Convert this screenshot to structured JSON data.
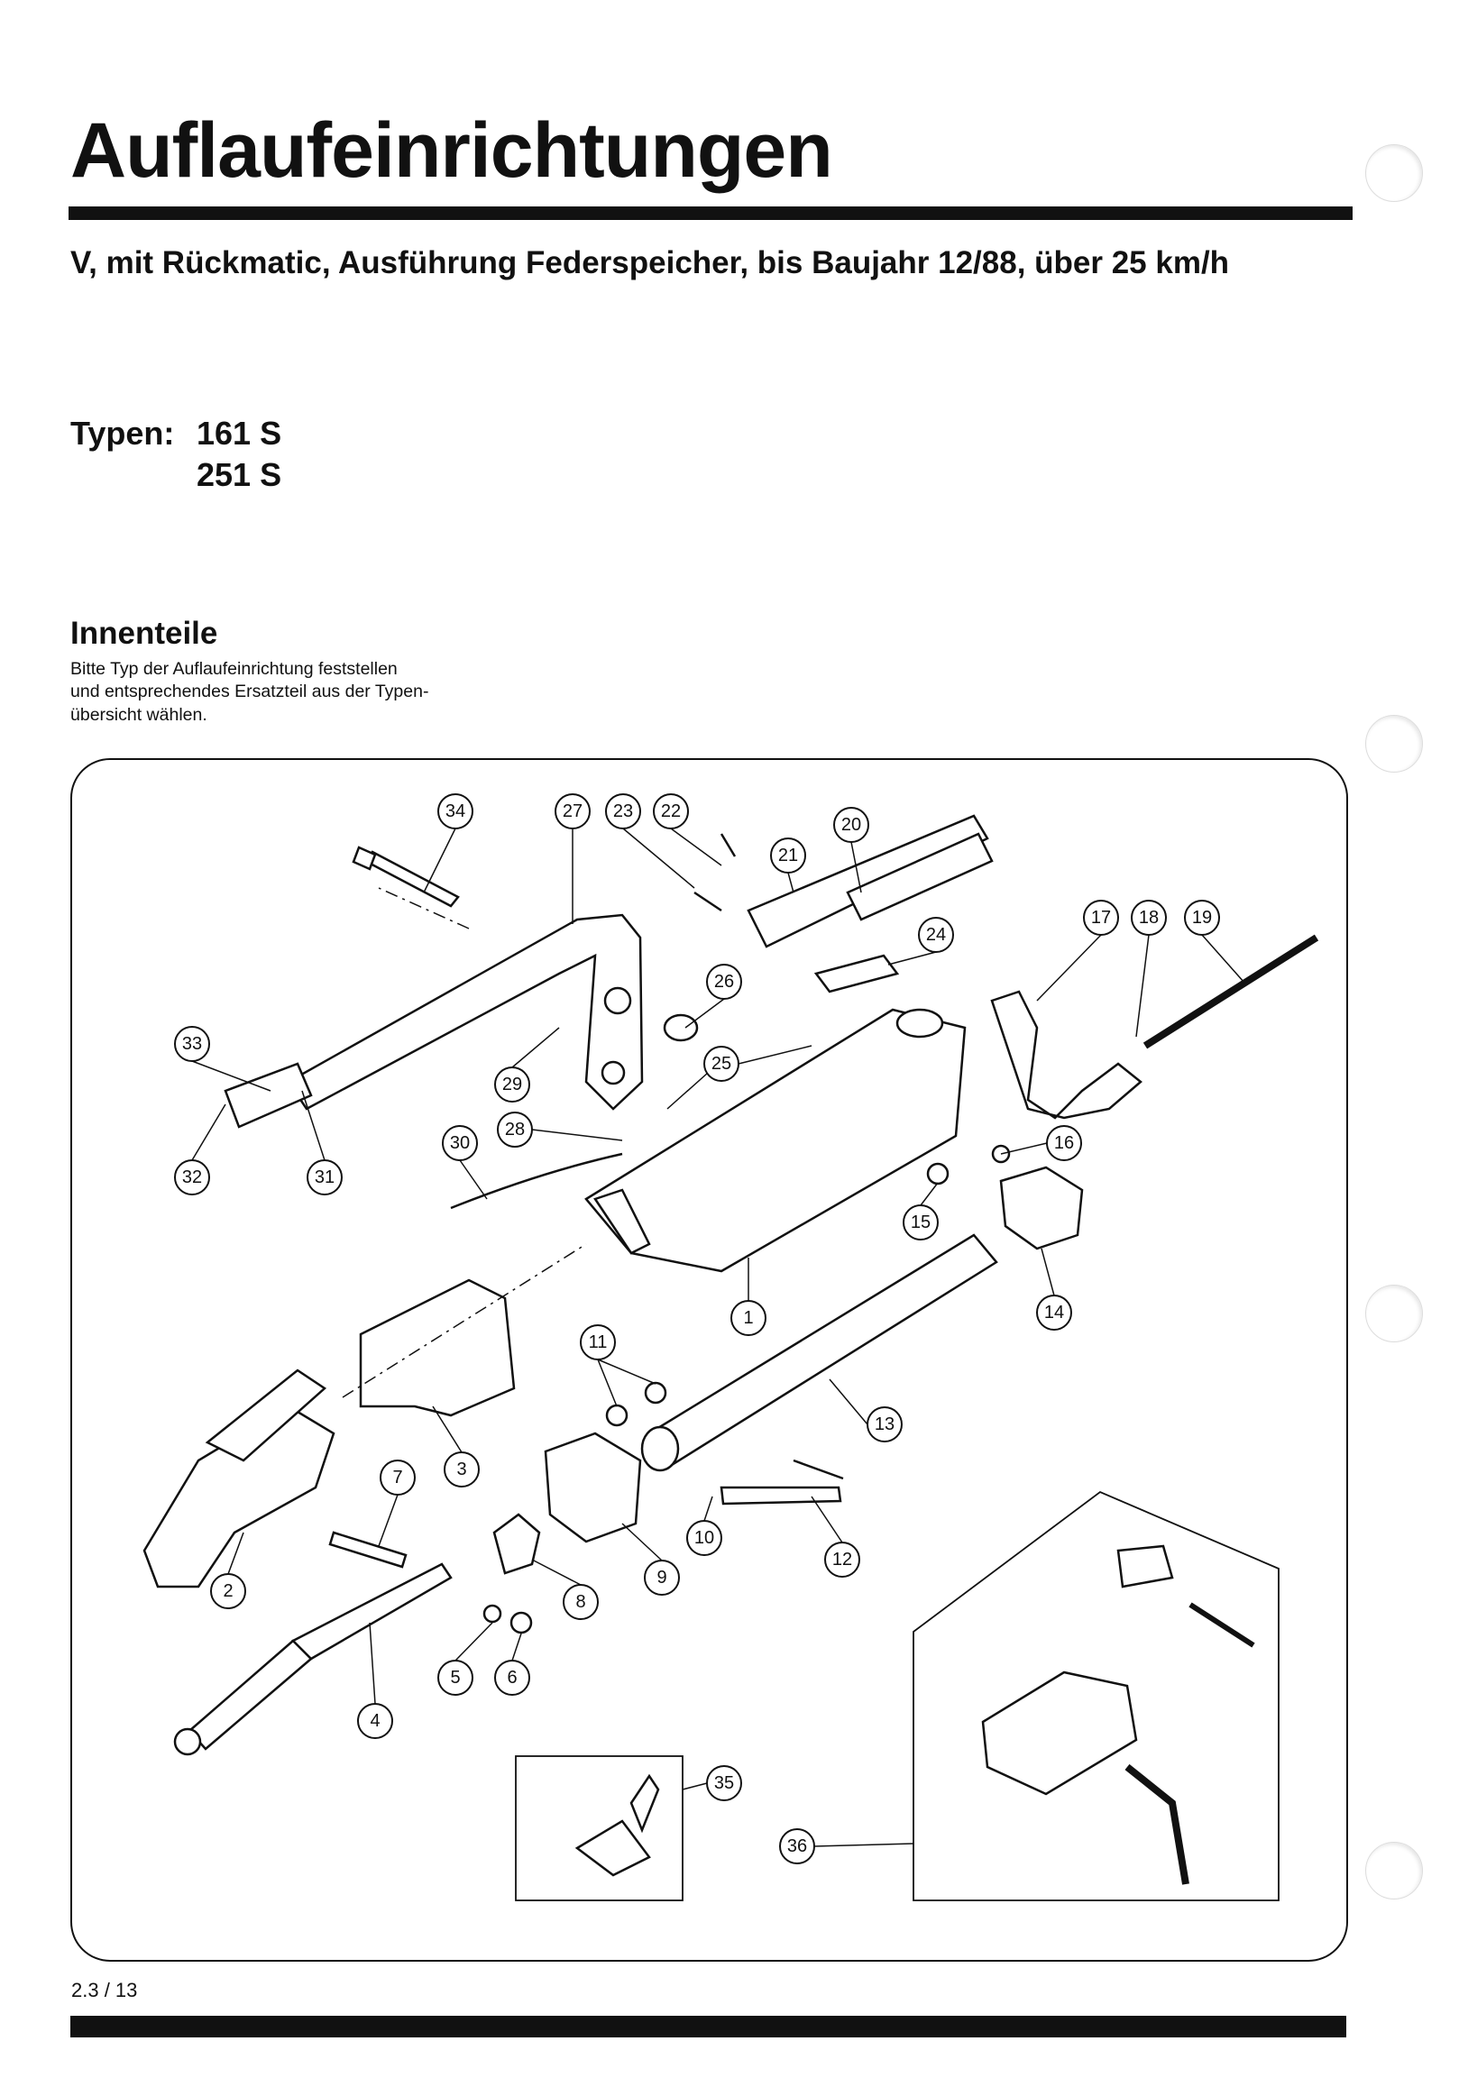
{
  "header": {
    "title": "Auflaufeinrichtungen",
    "subtitle": "V, mit Rückmatic, Ausführung Federspeicher, bis Baujahr 12/88, über 25 km/h"
  },
  "types": {
    "label": "Typen:",
    "items": [
      "161 S",
      "251 S"
    ]
  },
  "section": {
    "title": "Innenteile",
    "lines": [
      "Bitte Typ der Auflaufeinrichtung feststellen",
      "und entsprechendes Ersatzteil aus der Typen-",
      "übersicht wählen."
    ]
  },
  "diagram": {
    "callouts": [
      "1",
      "2",
      "3",
      "4",
      "5",
      "6",
      "7",
      "8",
      "9",
      "10",
      "11",
      "12",
      "13",
      "14",
      "15",
      "16",
      "17",
      "18",
      "19",
      "20",
      "21",
      "22",
      "23",
      "24",
      "25",
      "26",
      "27",
      "28",
      "29",
      "30",
      "31",
      "32",
      "33",
      "34",
      "35",
      "36"
    ]
  },
  "footer": {
    "page_number": "2.3 / 13"
  }
}
